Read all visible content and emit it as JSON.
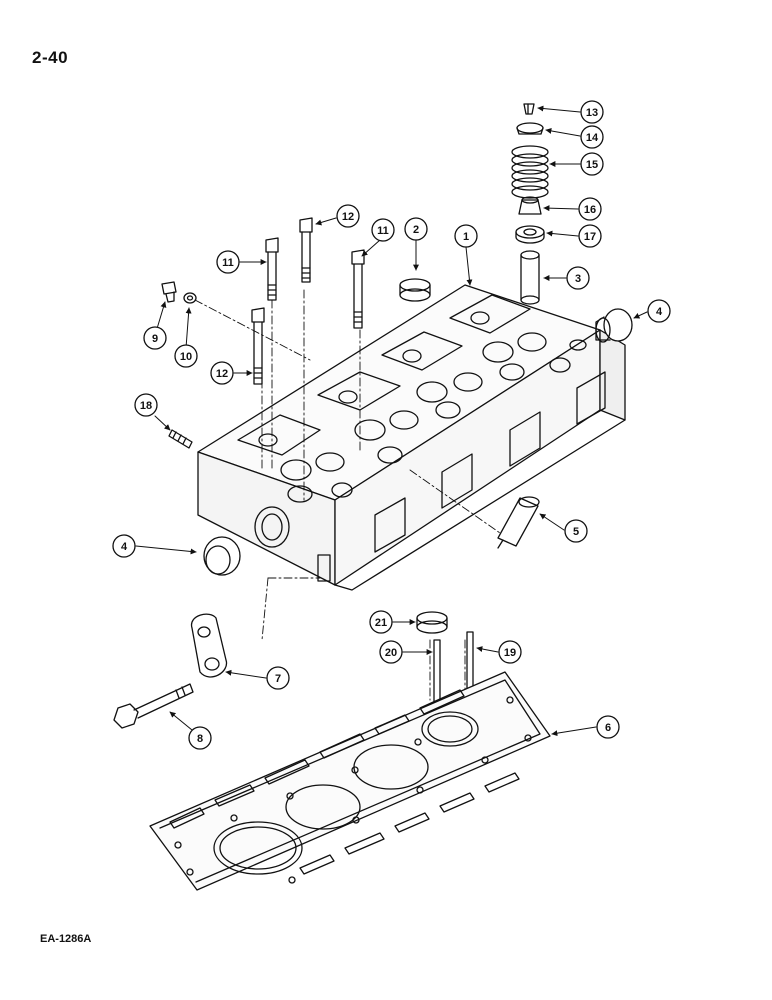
{
  "page": {
    "number": "2-40",
    "figure_code": "EA-1286A"
  },
  "callouts": [
    {
      "id": "c1",
      "label": "1"
    },
    {
      "id": "c2",
      "label": "2"
    },
    {
      "id": "c3",
      "label": "3"
    },
    {
      "id": "c4a",
      "label": "4"
    },
    {
      "id": "c4b",
      "label": "4"
    },
    {
      "id": "c5",
      "label": "5"
    },
    {
      "id": "c6",
      "label": "6"
    },
    {
      "id": "c7",
      "label": "7"
    },
    {
      "id": "c8",
      "label": "8"
    },
    {
      "id": "c9",
      "label": "9"
    },
    {
      "id": "c10",
      "label": "10"
    },
    {
      "id": "c11a",
      "label": "11"
    },
    {
      "id": "c11b",
      "label": "11"
    },
    {
      "id": "c12a",
      "label": "12"
    },
    {
      "id": "c12b",
      "label": "12"
    },
    {
      "id": "c13",
      "label": "13"
    },
    {
      "id": "c14",
      "label": "14"
    },
    {
      "id": "c15",
      "label": "15"
    },
    {
      "id": "c16",
      "label": "16"
    },
    {
      "id": "c17",
      "label": "17"
    },
    {
      "id": "c18",
      "label": "18"
    },
    {
      "id": "c19",
      "label": "19"
    },
    {
      "id": "c20",
      "label": "20"
    },
    {
      "id": "c21",
      "label": "21"
    }
  ]
}
